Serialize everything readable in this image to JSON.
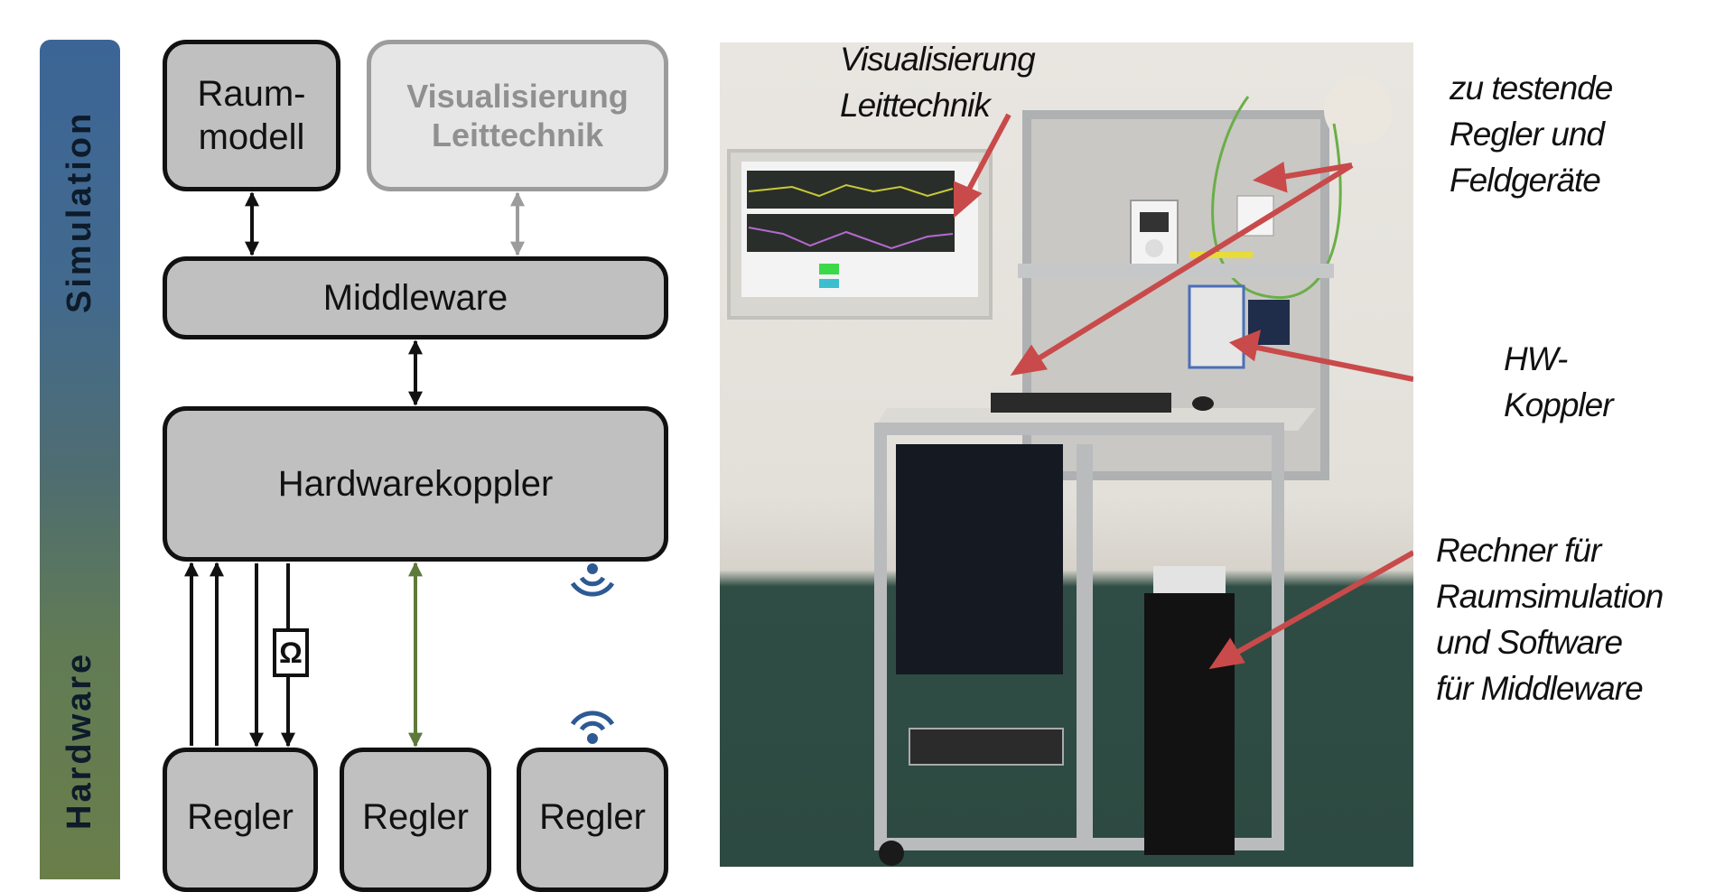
{
  "sidebar": {
    "top_label": "Simulation",
    "bottom_label": "Hardware",
    "gradient_top": "#3c6596",
    "gradient_bottom": "#6a7e4a"
  },
  "diagram": {
    "boxes": {
      "raummodell": "Raum-\nmodell",
      "visualisierung": "Visualisierung\nLeittechnik",
      "middleware": "Middleware",
      "hardwarekoppler": "Hardwarekoppler",
      "regler_1": "Regler",
      "regler_2": "Regler",
      "regler_3": "Regler"
    },
    "resistor_symbol": "Ω",
    "colors": {
      "box_fill": "#c0c0c0",
      "ghost_fill": "#e6e6e6",
      "ghost_text": "#909090",
      "green_link": "#5e7a3a",
      "wireless": "#2d5a94"
    },
    "icons": [
      "wireless-signal-icon-down",
      "wireless-signal-icon-up"
    ]
  },
  "photo": {
    "callouts": {
      "visualisierung": "Visualisierung\nLeittechnik",
      "regler": "zu testende\nRegler und\nFeldgeräte",
      "hw_koppler": "HW-\nKoppler",
      "rechner": "Rechner für\nRaumsimulation\nund Software\nfür Middleware"
    },
    "arrow_color": "#c94a4a"
  }
}
